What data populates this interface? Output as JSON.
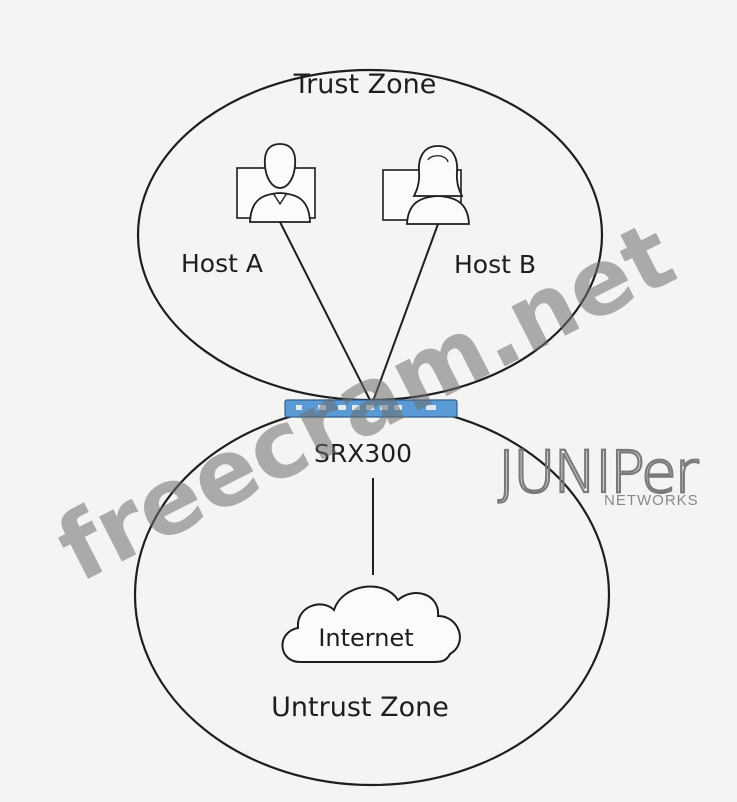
{
  "diagram": {
    "trust_zone": "Trust Zone",
    "untrust_zone": "Untrust Zone",
    "host_a": "Host A",
    "host_b": "Host B",
    "device": "SRX300",
    "internet": "Internet"
  },
  "logo": {
    "word": "JUNIPer",
    "sub": "NETWORKS"
  },
  "watermark": "freecram.net",
  "colors": {
    "stroke": "#1e1e1e",
    "device_blue": "#5b9bd5",
    "background": "#f4f5f2"
  },
  "icons": [
    "user-male-icon",
    "user-female-icon",
    "monitor-icon",
    "router-icon",
    "cloud-icon"
  ]
}
